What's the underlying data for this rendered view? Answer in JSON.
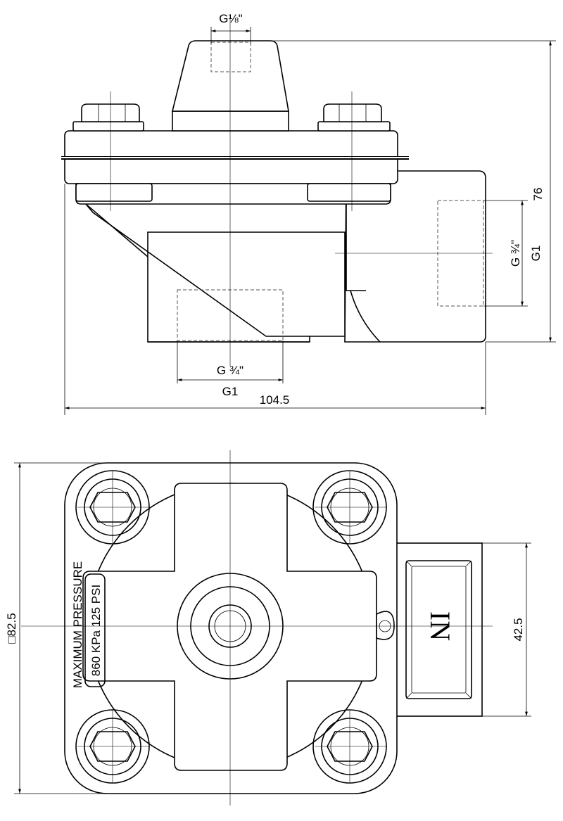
{
  "dimensions": {
    "port_top": "G⅛\"",
    "outlet_side_inner": "G ¾\"",
    "outlet_side_outer": "G1",
    "inlet_bottom_inner": "G ¾\"",
    "inlet_bottom_outer": "G1",
    "overall_width": "104.5",
    "overall_height": "76",
    "body_square": "□82.5",
    "inlet_width": "42.5"
  },
  "labels": {
    "pressure_line1": "MAXIMUM PRESSURE",
    "pressure_line2": "860 KPa 125 PSI",
    "inlet_mark": "IN"
  }
}
